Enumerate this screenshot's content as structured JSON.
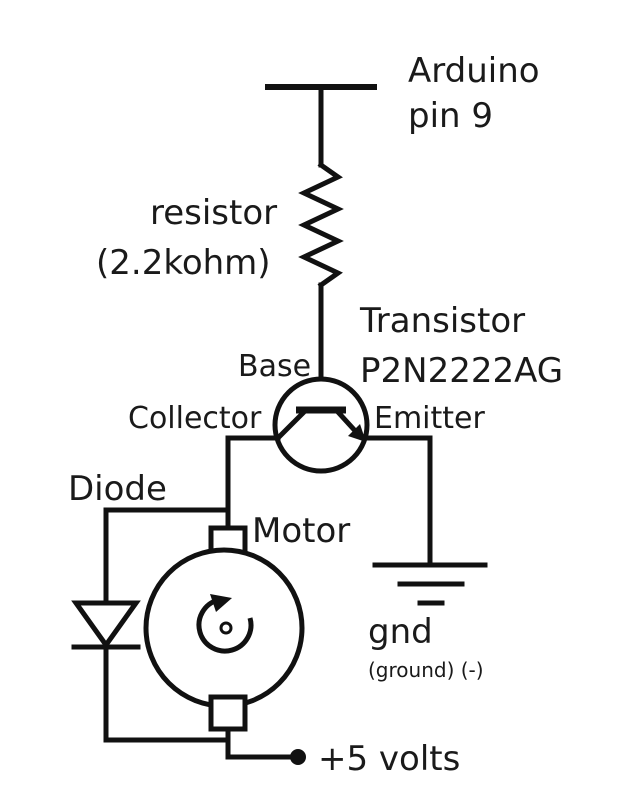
{
  "colors": {
    "ink": "#111111",
    "background": "#ffffff"
  },
  "labels": {
    "arduino_line1": "Arduino",
    "arduino_line2": "pin 9",
    "resistor_line1": "resistor",
    "resistor_line2": "(2.2kohm)",
    "transistor_line1": "Transistor",
    "transistor_line2": "P2N2222AG",
    "base": "Base",
    "collector": "Collector",
    "emitter": "Emitter",
    "diode": "Diode",
    "motor": "Motor",
    "gnd": "gnd",
    "gnd_note": "(ground) (-)",
    "supply": "+5 volts"
  }
}
